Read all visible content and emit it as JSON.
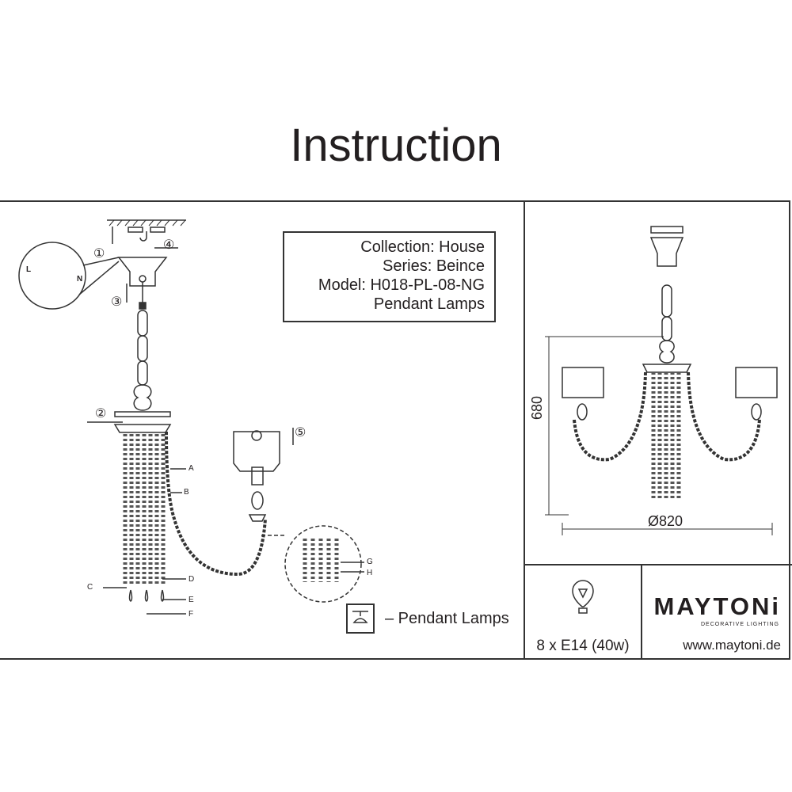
{
  "title": "Instruction",
  "info": {
    "collection": "Collection:  House",
    "series": "Series: Beince",
    "model": "Model: H018-PL-08-NG",
    "type": "Pendant Lamps"
  },
  "steps": [
    "①",
    "②",
    "③",
    "④",
    "⑤"
  ],
  "part_labels": [
    "A",
    "B",
    "C",
    "D",
    "E",
    "F",
    "G",
    "H"
  ],
  "wire_labels": [
    "L",
    "N"
  ],
  "legend": {
    "icon": "pendant-lamp-icon",
    "text": "– Pendant Lamps"
  },
  "dimensions": {
    "height": "680",
    "diameter": "Ø820"
  },
  "bulb": {
    "icon": "light-bulb-icon",
    "spec": "8 x E14 (40w)"
  },
  "brand": {
    "name": "MAYTONi",
    "tagline": "DECORATIVE LIGHTING",
    "url": "www.maytoni.de"
  }
}
